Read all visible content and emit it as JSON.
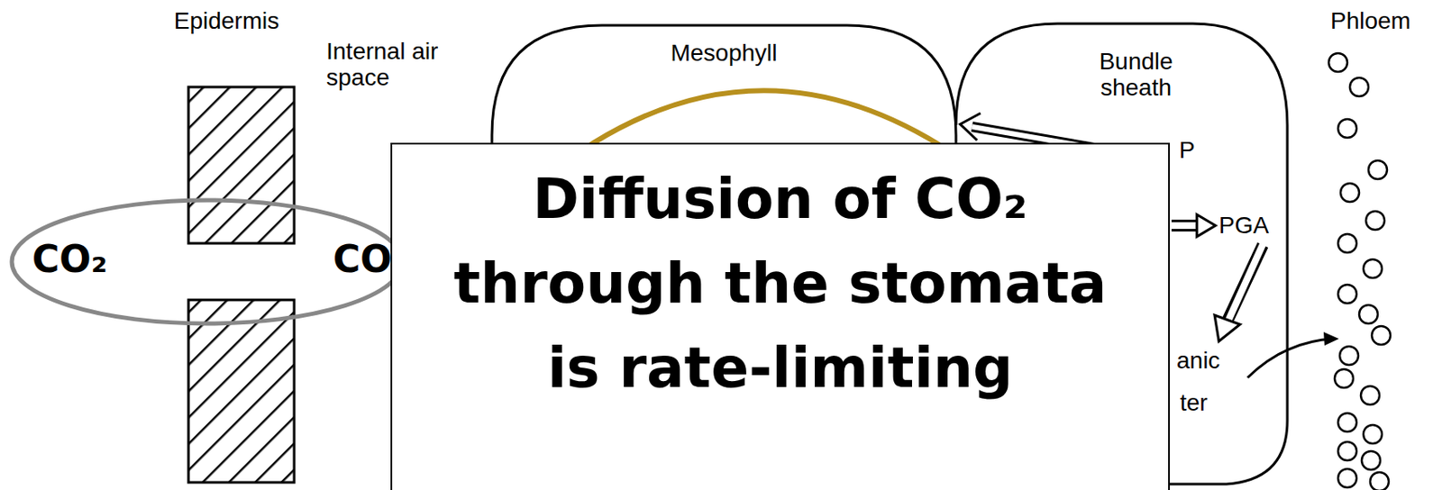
{
  "diagram": {
    "nodes": [
      {
        "text": [
          "CO₂",
          "CO"
        ]
      },
      {
        "text": [
          "Mesophyll"
        ]
      },
      {
        "text": [
          "Bundle sheath"
        ]
      },
      {
        "text": [
          "Diffusion of CO₂ through the stomata is rate-limiting"
        ]
      }
    ],
    "labels": [
      "Epidermis",
      "Internal air space",
      "P",
      "PGA",
      "anic",
      "ter",
      "Phloem"
    ]
  }
}
